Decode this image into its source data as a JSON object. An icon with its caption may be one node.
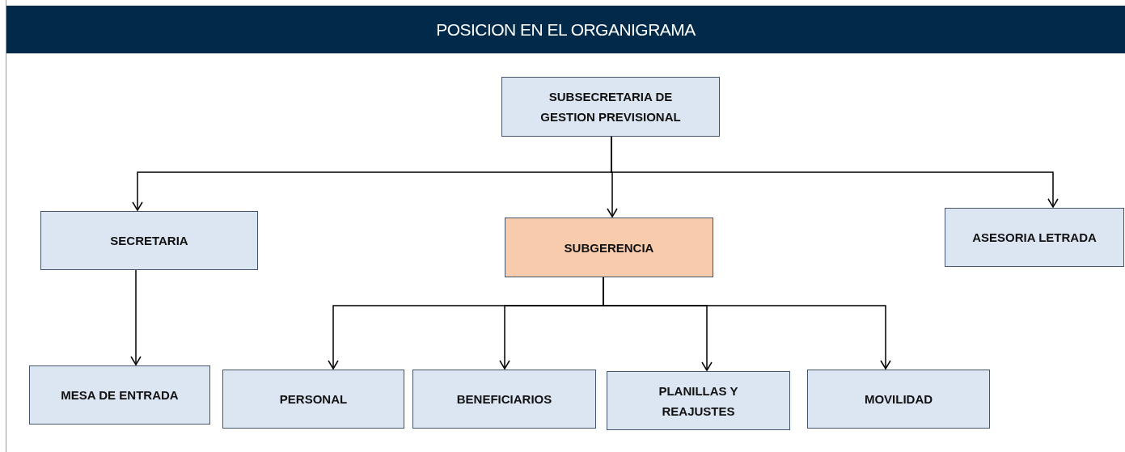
{
  "diagram": {
    "title": "POSICION EN EL ORGANIGRAMA",
    "nodes": [
      {
        "text": [
          "SUBSECRETARIA DE GESTION PREVISIONAL"
        ]
      },
      {
        "text": [
          "SECRETARIA"
        ]
      },
      {
        "text": [
          "SUBGERENCIA"
        ]
      },
      {
        "text": [
          "ASESORIA LETRADA"
        ]
      },
      {
        "text": [
          "MESA DE ENTRADA"
        ]
      },
      {
        "text": [
          "PERSONAL"
        ]
      },
      {
        "text": [
          "BENEFICIARIOS"
        ]
      },
      {
        "text": [
          "PLANILLAS Y REAJUSTES"
        ]
      },
      {
        "text": [
          "MOVILIDAD"
        ]
      }
    ],
    "edges": [
      {
        "from": 0,
        "to": 1,
        "arrow": "to"
      },
      {
        "from": 0,
        "to": 2,
        "arrow": "to"
      },
      {
        "from": 0,
        "to": 3,
        "arrow": "to"
      },
      {
        "from": 1,
        "to": 4,
        "arrow": "to"
      },
      {
        "from": 2,
        "to": 5,
        "arrow": "to"
      },
      {
        "from": 2,
        "to": 6,
        "arrow": "to"
      },
      {
        "from": 2,
        "to": 7,
        "arrow": "to"
      },
      {
        "from": 2,
        "to": 8,
        "arrow": "to"
      }
    ]
  }
}
